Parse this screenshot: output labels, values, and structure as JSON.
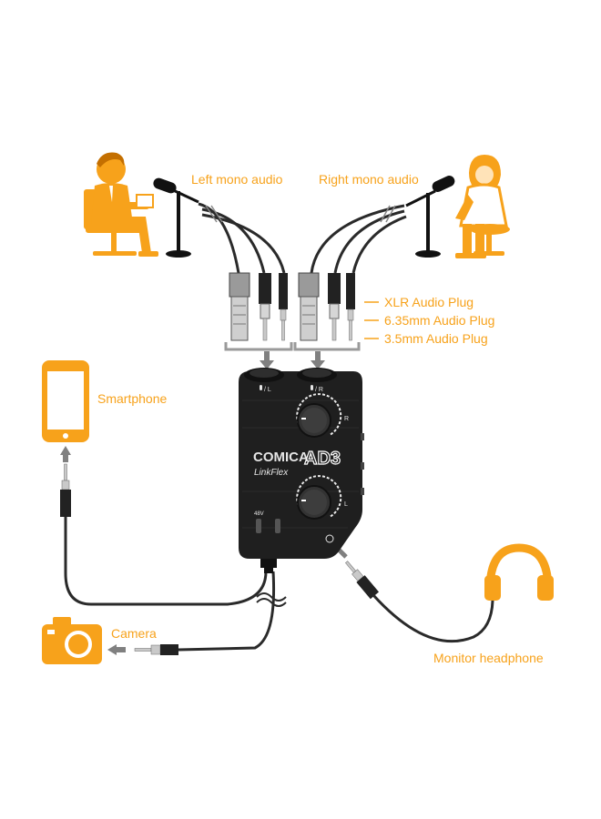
{
  "colors": {
    "accent": "#f7a21b",
    "device": "#1f1f1f",
    "cable": "#2a2a2a",
    "arrow": "#808080",
    "plug_metal": "#c9c9c9"
  },
  "labels": {
    "left_mono": "Left mono audio",
    "right_mono": "Right mono audio",
    "smartphone": "Smartphone",
    "camera": "Camera",
    "monitor_headphone": "Monitor headphone"
  },
  "plug_legend": {
    "items": [
      "XLR Audio Plug",
      "6.35mm Audio Plug",
      "3.5mm Audio Plug"
    ]
  },
  "device": {
    "brand": "COMICA",
    "model": "AD3",
    "subtitle": "LinkFlex",
    "input_left": "/ L",
    "input_right": "/ R",
    "knob_top_label": "R",
    "knob_bottom_label": "L",
    "phantom": "48V"
  },
  "icons": {
    "person_left": "man-sitting-icon",
    "person_right": "woman-sitting-icon",
    "mic_left": "microphone-stand-icon",
    "mic_right": "microphone-stand-icon",
    "phone": "smartphone-icon",
    "camera": "camera-icon",
    "headphone": "headphone-icon"
  }
}
